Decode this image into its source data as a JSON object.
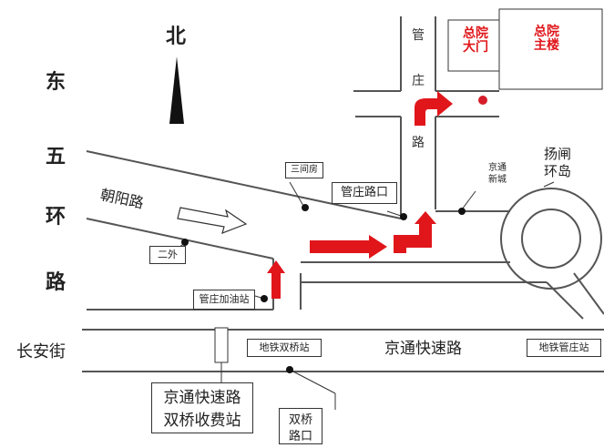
{
  "compass": {
    "north": "北"
  },
  "east_fifth_ring": [
    "东",
    "五",
    "环",
    "路"
  ],
  "roads": {
    "chaoyang": "朝阳路",
    "changan": "长安街",
    "jingtong": "京通快速路",
    "guanzhuang": [
      "管",
      "庄",
      "路"
    ]
  },
  "places": {
    "main_gate": "总院\n大门",
    "main_building": "总院\n主楼",
    "yangzha": "扬闸\n环岛",
    "jingtong_xinyuan": "京通\n新城",
    "sanjianfang": "三间房",
    "guanzhuang_junction": "管庄路口",
    "erwai": "二外",
    "gas_station": "管庄加油站",
    "subway_shuangqiao": "地铁双桥站",
    "subway_guanzhuang": "地铁管庄站",
    "toll_station": "京通快速路\n双桥收费站",
    "shuangqiao_junction": "双桥\n路口"
  },
  "colors": {
    "route_arrow": "#e0161b",
    "road_line": "#555555",
    "destination_text": "#e0161b"
  }
}
